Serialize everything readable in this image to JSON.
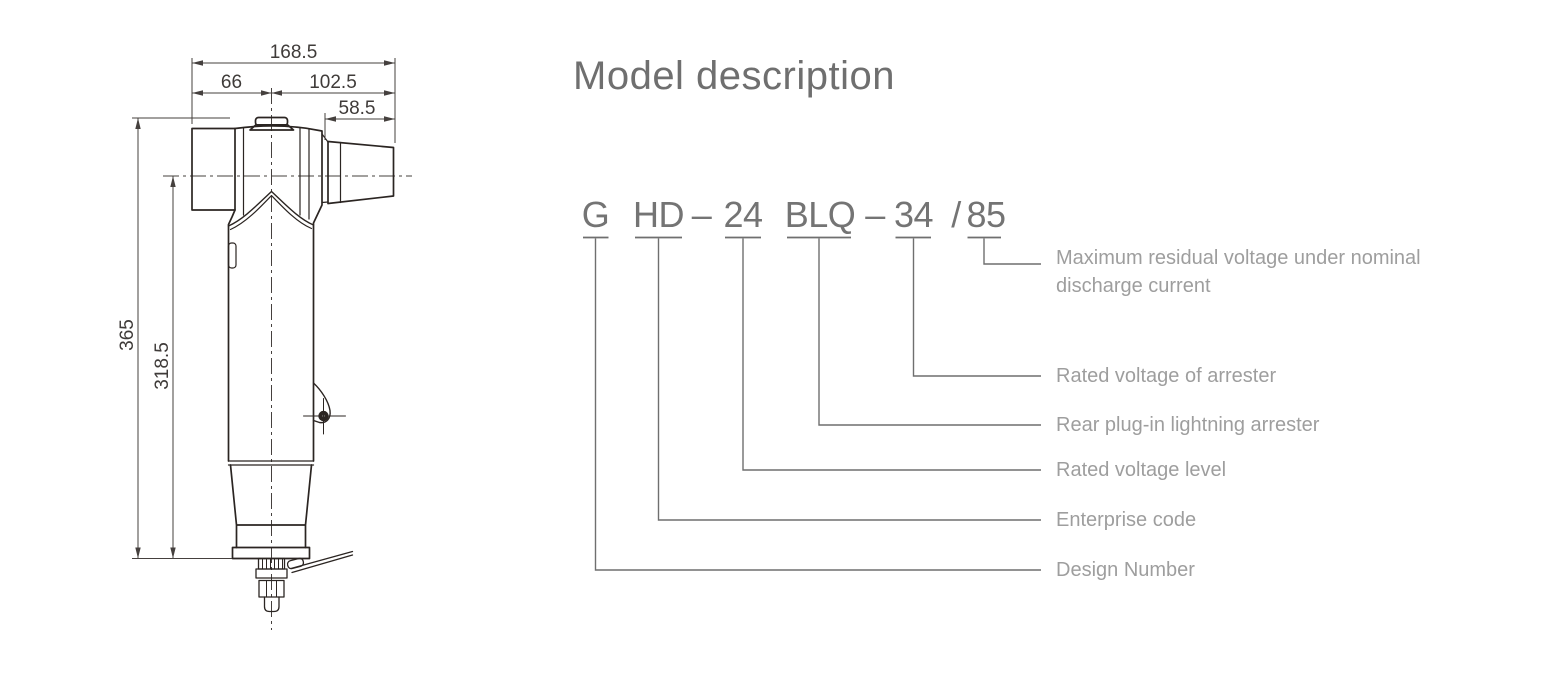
{
  "page": {
    "title": "Model description",
    "background_color": "#ffffff"
  },
  "drawing": {
    "dimensions": {
      "overall_width": "168.5",
      "head_left_width": "66",
      "head_right_width": "102.5",
      "bushing_length": "58.5",
      "overall_height": "365",
      "body_height": "318.5"
    },
    "line_color": "#2b2522",
    "dimension_color": "#413c3a"
  },
  "model_code": {
    "segments": [
      {
        "text": "G"
      },
      {
        "text": "HD"
      },
      {
        "text": "–"
      },
      {
        "text": "24"
      },
      {
        "text": "BLQ"
      },
      {
        "text": "–"
      },
      {
        "text": "34"
      },
      {
        "text": "/"
      },
      {
        "text": "85"
      }
    ],
    "color": "#747474",
    "leader_color": "#6f6f6f"
  },
  "descriptions": [
    {
      "label": "Maximum residual voltage under nominal discharge current"
    },
    {
      "label": "Rated voltage of arrester"
    },
    {
      "label": "Rear plug-in lightning arrester"
    },
    {
      "label": "Rated voltage level"
    },
    {
      "label": "Enterprise code"
    },
    {
      "label": "Design Number"
    }
  ]
}
